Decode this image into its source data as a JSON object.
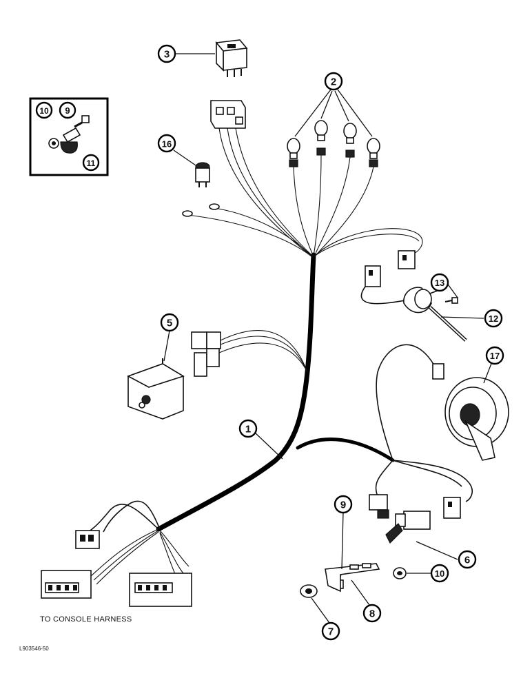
{
  "callouts": [
    {
      "id": "c3",
      "label": "3"
    },
    {
      "id": "c2",
      "label": "2"
    },
    {
      "id": "c16",
      "label": "16"
    },
    {
      "id": "c10a",
      "label": "10"
    },
    {
      "id": "c9a",
      "label": "9"
    },
    {
      "id": "c11",
      "label": "11"
    },
    {
      "id": "c13",
      "label": "13"
    },
    {
      "id": "c12",
      "label": "12"
    },
    {
      "id": "c5",
      "label": "5"
    },
    {
      "id": "c17",
      "label": "17"
    },
    {
      "id": "c1",
      "label": "1"
    },
    {
      "id": "c9b",
      "label": "9"
    },
    {
      "id": "c6",
      "label": "6"
    },
    {
      "id": "c10b",
      "label": "10"
    },
    {
      "id": "c8",
      "label": "8"
    },
    {
      "id": "c7",
      "label": "7"
    }
  ],
  "caption": "TO CONSOLE HARNESS",
  "figure_code": "L903546-50"
}
